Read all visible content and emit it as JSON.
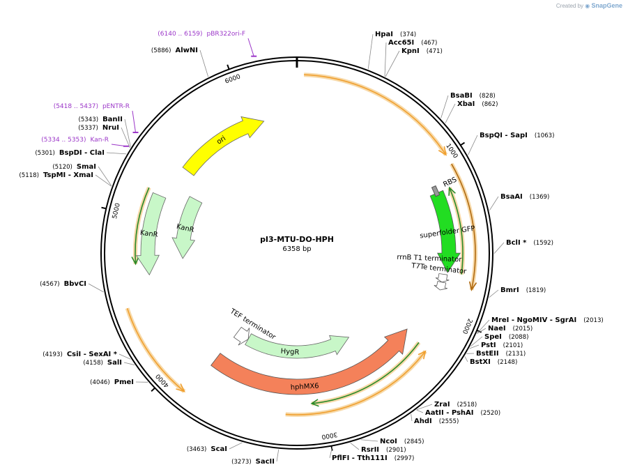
{
  "brand": {
    "created_by": "Created by",
    "product": "SnapGene"
  },
  "plasmid": {
    "name": "pI3-MTU-DO-HPH",
    "length_label": "6358 bp",
    "length": 6358
  },
  "colors": {
    "ori": "#ffff00",
    "kanr": "#c8f7c8",
    "gfp": "#22dd22",
    "hph": "#f4815a",
    "hygr": "#c8f7c8",
    "orf": "#f0a030",
    "primer": "#9b36c8"
  },
  "ticks": [
    {
      "bp": 1000,
      "label": "1000"
    },
    {
      "bp": 2000,
      "label": "2000"
    },
    {
      "bp": 3000,
      "label": "3000"
    },
    {
      "bp": 4000,
      "label": "4000"
    },
    {
      "bp": 5000,
      "label": "5000"
    },
    {
      "bp": 6000,
      "label": "6000"
    }
  ],
  "enzymes": [
    {
      "bp": 374,
      "name": "HpaI",
      "pos": "(374)"
    },
    {
      "bp": 467,
      "name": "Acc65I",
      "pos": "(467)"
    },
    {
      "bp": 471,
      "name": "KpnI",
      "pos": "(471)"
    },
    {
      "bp": 828,
      "name": "BsaBI",
      "pos": "(828)"
    },
    {
      "bp": 862,
      "name": "XbaI",
      "pos": "(862)"
    },
    {
      "bp": 1063,
      "name": "BspQI - SapI",
      "pos": "(1063)"
    },
    {
      "bp": 1369,
      "name": "BsaAI",
      "pos": "(1369)"
    },
    {
      "bp": 1592,
      "name": "BclI *",
      "pos": "(1592)"
    },
    {
      "bp": 1819,
      "name": "BmrI",
      "pos": "(1819)"
    },
    {
      "bp": 2013,
      "name": "MreI - NgoMIV - SgrAI",
      "pos": "(2013)"
    },
    {
      "bp": 2015,
      "name": "NaeI",
      "pos": "(2015)"
    },
    {
      "bp": 2088,
      "name": "SpeI",
      "pos": "(2088)"
    },
    {
      "bp": 2101,
      "name": "PstI",
      "pos": "(2101)"
    },
    {
      "bp": 2131,
      "name": "BstEII",
      "pos": "(2131)"
    },
    {
      "bp": 2148,
      "name": "BstXI",
      "pos": "(2148)"
    },
    {
      "bp": 2518,
      "name": "ZraI",
      "pos": "(2518)"
    },
    {
      "bp": 2520,
      "name": "AatII - PshAI",
      "pos": "(2520)"
    },
    {
      "bp": 2555,
      "name": "AhdI",
      "pos": "(2555)"
    },
    {
      "bp": 2845,
      "name": "NcoI",
      "pos": "(2845)"
    },
    {
      "bp": 2901,
      "name": "RsrII",
      "pos": "(2901)"
    },
    {
      "bp": 2997,
      "name": "PflFI - Tth111I",
      "pos": "(2997)"
    },
    {
      "bp": 3273,
      "name": "SacII",
      "pos": "(3273)"
    },
    {
      "bp": 3463,
      "name": "ScaI",
      "pos": "(3463)"
    },
    {
      "bp": 4046,
      "name": "PmeI",
      "pos": "(4046)"
    },
    {
      "bp": 4158,
      "name": "SalI",
      "pos": "(4158)"
    },
    {
      "bp": 4193,
      "name": "CsiI - SexAI *",
      "pos": "(4193)"
    },
    {
      "bp": 4567,
      "name": "BbvCI",
      "pos": "(4567)"
    },
    {
      "bp": 5118,
      "name": "TspMI - XmaI",
      "pos": "(5118)"
    },
    {
      "bp": 5120,
      "name": "SmaI",
      "pos": "(5120)"
    },
    {
      "bp": 5301,
      "name": "BspDI - ClaI",
      "pos": "(5301)"
    },
    {
      "bp": 5337,
      "name": "NruI",
      "pos": "(5337)"
    },
    {
      "bp": 5343,
      "name": "BanII",
      "pos": "(5343)"
    },
    {
      "bp": 5886,
      "name": "AlwNI",
      "pos": "(5886)"
    }
  ],
  "primers": [
    {
      "bp": 6140,
      "name": "pBR322ori-F",
      "pos": "(6140 .. 6159)"
    },
    {
      "bp": 5418,
      "name": "pENTR-R",
      "pos": "(5418 .. 5437)"
    },
    {
      "bp": 5334,
      "name": "Kan-R",
      "pos": "(5334 .. 5353)"
    }
  ],
  "features": [
    {
      "name": "ori",
      "kind": "ori"
    },
    {
      "name": "KanR",
      "kind": "kanr"
    },
    {
      "name": "KanR",
      "kind": "kanr"
    },
    {
      "name": "superfolder GFP",
      "kind": "gfp"
    },
    {
      "name": "RBS",
      "kind": "rbs"
    },
    {
      "name": "rrnB T1 terminator",
      "kind": "term"
    },
    {
      "name": "T7Te terminator",
      "kind": "term"
    },
    {
      "name": "hphMX6",
      "kind": "hph"
    },
    {
      "name": "HygR",
      "kind": "hygr"
    },
    {
      "name": "TEF terminator",
      "kind": "term"
    }
  ]
}
